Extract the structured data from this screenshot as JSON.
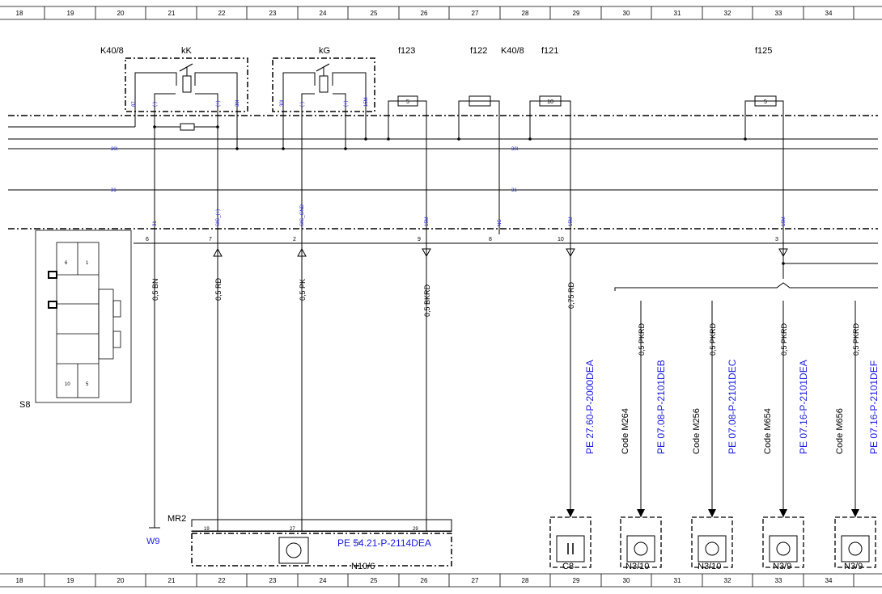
{
  "ruler_numbers": [
    "18",
    "19",
    "20",
    "21",
    "22",
    "23",
    "24",
    "25",
    "26",
    "27",
    "28",
    "29",
    "30",
    "31",
    "32",
    "33",
    "34"
  ],
  "components": {
    "k40_8_left": "K40/8",
    "kk": "kK",
    "kg": "kG",
    "f123": "f123",
    "f122": "f122",
    "k40_8_right": "K40/8",
    "f121": "f121",
    "f125": "f125",
    "s8": "S8",
    "mr2": "MR2",
    "n10_6": "N10/6",
    "c8": "C8",
    "n3_10_a": "N3/10",
    "n3_10_b": "N3/10",
    "n3_9_a": "N3/9",
    "n3_9_b": "N3/9",
    "w9": "W9"
  },
  "fuse_values": {
    "f123": "5",
    "f121": "10",
    "f125": "5"
  },
  "relay_pins": {
    "kk": [
      "87",
      "(-)",
      "(+)",
      "30l"
    ],
    "kg": [
      "30l",
      "(-)",
      "(+)",
      "15M"
    ]
  },
  "bus_labels": {
    "b30l_left": "30l",
    "b30l_right": "30l",
    "b31_left": "31",
    "b31_right": "31"
  },
  "signal_labels": {
    "s1": "31",
    "s2": "SIG_(+)",
    "s3": "SIG_GND",
    "s4": "15M",
    "s5": "NC",
    "s6": "15M",
    "s7": "15M"
  },
  "connector_pins": {
    "p1": "6",
    "p2": "7",
    "p3": "2",
    "p4": "9",
    "p5": "8",
    "p6": "10",
    "p7": "3"
  },
  "wires": {
    "w1": "0,5 BN",
    "w2": "0,5 RD",
    "w3": "0,5 PK",
    "w4": "0,5 BKRD",
    "w5": "0,75 RD",
    "w6": "0,5 PKRD",
    "w7": "0,5 PKRD",
    "w8": "0,5 PKRD",
    "w9": "0,5 PKRD"
  },
  "switch_pins": {
    "a": "6",
    "b": "1",
    "c": "10",
    "d": "5"
  },
  "mr2_pins": {
    "a": "19",
    "b": "27",
    "c": "29"
  },
  "references": {
    "r_n10": "PE 54.21-P-2114DEA",
    "r_c8": "PE 27.60-P-2000DEA",
    "r_n3_10_a": "PE 07.08-P-2101DEB",
    "r_n3_10_b": "PE 07.08-P-2101DEC",
    "r_n3_9_a": "PE 07.16-P-2101DEA",
    "r_n3_9_b": "PE 07.16-P-2101DEF"
  },
  "codes": {
    "c1": "Code M264",
    "c2": "Code M256",
    "c3": "Code M654",
    "c4": "Code M656"
  },
  "icons": [
    "relay-coil-icon",
    "switch-icon",
    "fuse-icon",
    "transistor-icon",
    "capacitor-icon",
    "hand-pointer-icon",
    "connector-arrow-icon"
  ]
}
